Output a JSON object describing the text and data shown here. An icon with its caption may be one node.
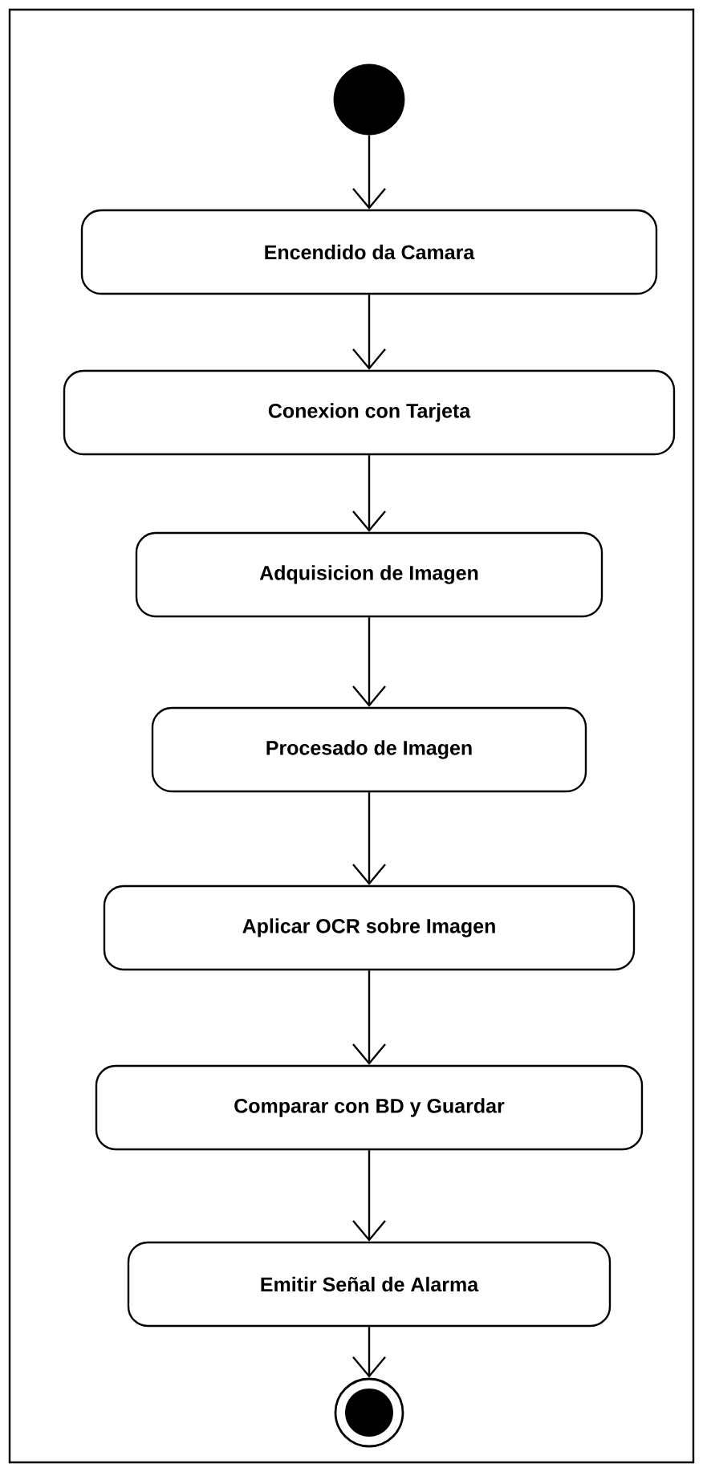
{
  "diagram": {
    "nodes": [
      {
        "text": [],
        "shape": "circle"
      },
      {
        "text": [
          "Encendido da Camara"
        ]
      },
      {
        "text": [
          "Conexion con Tarjeta"
        ]
      },
      {
        "text": [
          "Adquisicion de Imagen"
        ]
      },
      {
        "text": [
          "Procesado de Imagen"
        ]
      },
      {
        "text": [
          "Aplicar OCR sobre Imagen"
        ]
      },
      {
        "text": [
          "Comparar con BD y Guardar"
        ]
      },
      {
        "text": [
          "Emitir Señal de Alarma"
        ]
      },
      {
        "text": [],
        "shape": "circle"
      }
    ],
    "edges": [
      {
        "from": 0,
        "to": 1,
        "arrow": "to"
      },
      {
        "from": 1,
        "to": 2,
        "arrow": "to"
      },
      {
        "from": 2,
        "to": 3,
        "arrow": "to"
      },
      {
        "from": 3,
        "to": 4,
        "arrow": "to"
      },
      {
        "from": 4,
        "to": 5,
        "arrow": "to"
      },
      {
        "from": 5,
        "to": 6,
        "arrow": "to"
      },
      {
        "from": 6,
        "to": 7,
        "arrow": "to"
      },
      {
        "from": 7,
        "to": 8,
        "arrow": "to"
      }
    ]
  }
}
